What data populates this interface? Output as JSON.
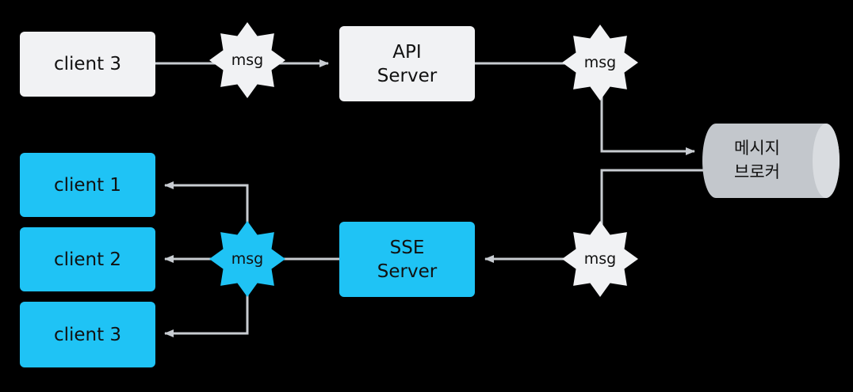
{
  "nodes": {
    "client3_top": "client 3",
    "api_server": [
      "API",
      "Server"
    ],
    "sse_server": [
      "SSE",
      "Server"
    ],
    "client1": "client 1",
    "client2": "client 2",
    "client3_bottom": "client 3",
    "broker": [
      "메시지",
      "브로커"
    ]
  },
  "messages": {
    "client_to_api": "msg",
    "api_to_broker": "msg",
    "broker_to_sse": "msg",
    "sse_to_clients": "msg"
  },
  "colors": {
    "background": "#000000",
    "box_white": "#f1f2f4",
    "box_blue": "#1fc3f5",
    "burst_white": "#f1f2f4",
    "burst_blue": "#1fc3f5",
    "broker": "#c3c7cc",
    "connector": "#c8ccd1"
  }
}
